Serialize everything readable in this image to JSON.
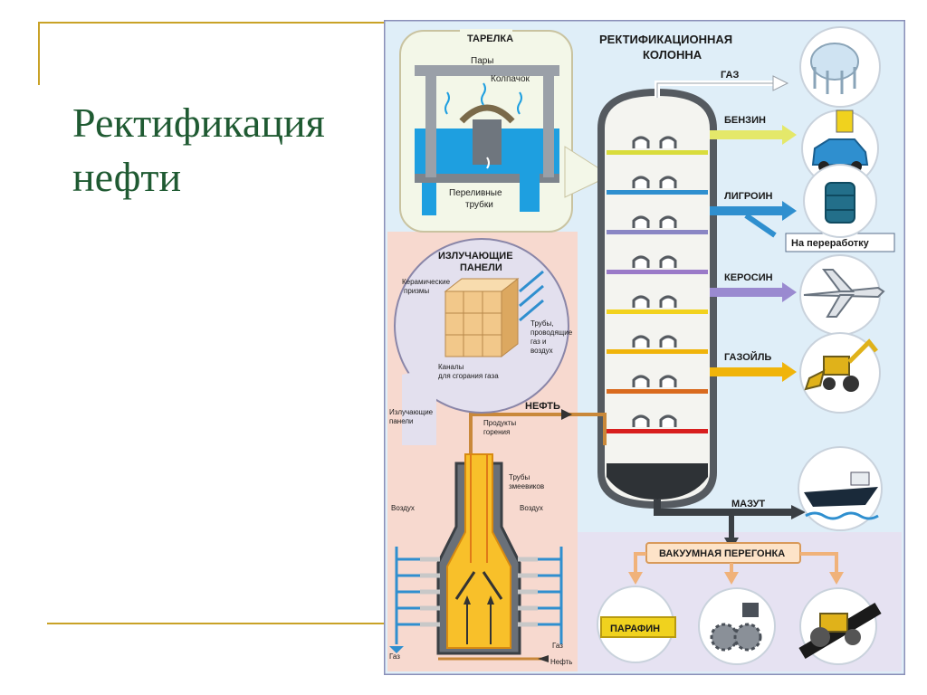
{
  "slide": {
    "title": "Ректификация\nнефти"
  },
  "poster": {
    "column_title_line1": "РЕКТИФИКАЦИОННАЯ",
    "column_title_line2": "КОЛОННА",
    "tray_box": {
      "title": "ТАРЕЛКА",
      "vapors": "Пары",
      "cap": "Колпачок",
      "overflow_line1": "Переливные",
      "overflow_line2": "трубки"
    },
    "panels_box": {
      "title_line1": "ИЗЛУЧАЮЩИЕ",
      "title_line2": "ПАНЕЛИ",
      "prisms_line1": "Керамические",
      "prisms_line2": "призмы",
      "tubes_line1": "Трубы,",
      "tubes_line2": "проводящие",
      "tubes_line3": "газ и",
      "tubes_line4": "воздух",
      "channels_line1": "Каналы",
      "channels_line2": "для сгорания газа"
    },
    "furnace": {
      "radiating_panels_line1": "Излучающие",
      "radiating_panels_line2": "панели",
      "products_line1": "Продукты",
      "products_line2": "горения",
      "coil_tubes_line1": "Трубы",
      "coil_tubes_line2": "змеевиков",
      "air_left": "Воздух",
      "air_right": "Воздух",
      "gas_left": "Газ",
      "gas_right": "Газ",
      "oil_in": "Нефть",
      "oil_to_column": "НЕФТЬ"
    },
    "products": {
      "gas": "ГАЗ",
      "gasoline": "БЕНЗИН",
      "ligroin": "ЛИГРОИН",
      "reprocess": "На переработку",
      "kerosene": "КЕРОСИН",
      "gasoil": "ГАЗОЙЛЬ",
      "mazut": "МАЗУТ"
    },
    "vacuum": {
      "title": "ВАКУУМНАЯ ПЕРЕГОНКА",
      "paraffin": "ПАРАФИН"
    },
    "icons": {
      "gas_tank": "gas-tank-icon",
      "car": "car-icon",
      "barrel": "barrel-icon",
      "airplane": "airplane-icon",
      "excavator": "excavator-icon",
      "ship": "ship-icon",
      "gears": "gears-oiler-icon",
      "road_roller": "road-roller-icon"
    }
  }
}
